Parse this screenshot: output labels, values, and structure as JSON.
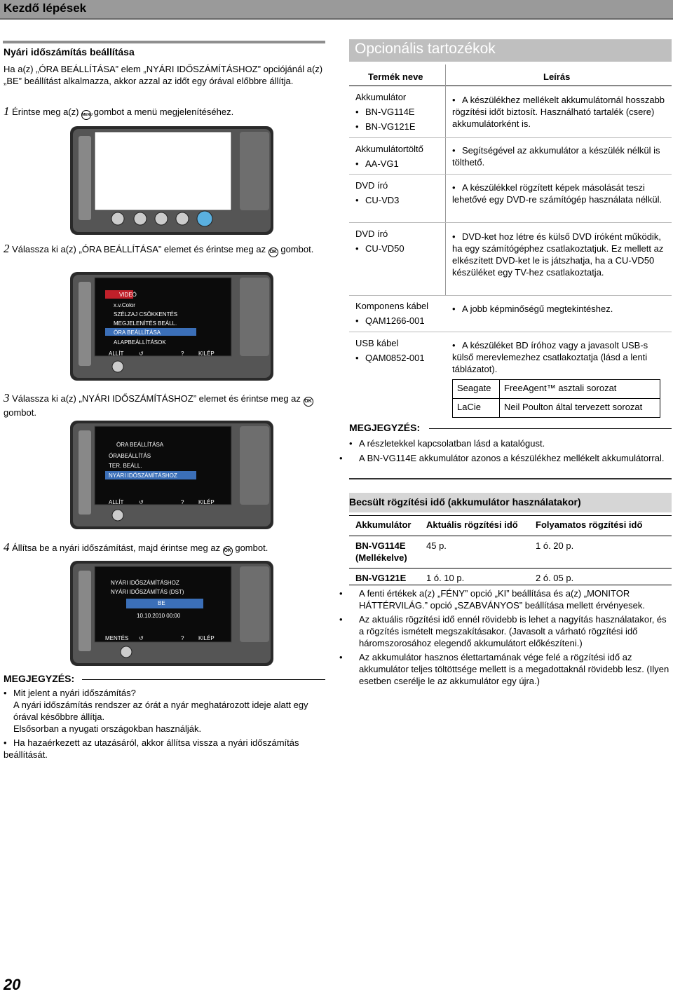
{
  "header": {
    "title": "Kezdő lépések"
  },
  "left": {
    "section_title": "Nyári időszámítás beállítása",
    "intro": "Ha a(z) „ÓRA BEÁLLÍTÁSA” elem „NYÁRI IDŐSZÁMÍTÁSHOZ” opciójánál a(z) „BE” beállítást alkalmazza, akkor azzal az időt egy órával előbbre állítja.",
    "steps": [
      {
        "num": "1",
        "pre": "Érintse meg a(z)",
        "icon": "MENU",
        "post": "gombot a menü megjelenítéséhez."
      },
      {
        "num": "2",
        "pre": "Válassza ki a(z) „ÓRA BEÁLLÍTÁSA” elemet és érintse meg az",
        "icon": "OK",
        "post": "gombot."
      },
      {
        "num": "3",
        "pre": "Válassza ki a(z) „NYÁRI IDŐSZÁMÍTÁSHOZ” elemet és érintse meg az",
        "icon": "OK",
        "post": "gombot."
      },
      {
        "num": "4",
        "pre": "Állítsa be a nyári időszámítást, majd érintse meg az",
        "icon": "OK",
        "post": "gombot."
      }
    ],
    "screen2": {
      "items": [
        "VIDEÓ",
        "x.v.Color",
        "SZÉLZAJ CSÖKKENTÉS",
        "MEGJELENÍTÉS BEÁLL.",
        "ÓRA BEÁLLÍTÁSA",
        "ALAPBEÁLLÍTÁSOK"
      ],
      "buttons": [
        "ALLÍT",
        "↺",
        "?",
        "KILÉP"
      ]
    },
    "screen3": {
      "items": [
        "ÓRA BEÁLLÍTÁSA",
        "ÓRABEÁLLÍTÁS",
        "TER. BEÁLL.",
        "NYÁRI IDŐSZÁMÍTÁSHOZ"
      ],
      "buttons": [
        "ALLÍT",
        "↺",
        "?",
        "KILÉP"
      ]
    },
    "screen4": {
      "items": [
        "NYÁRI IDŐSZÁMÍTÁSHOZ",
        "NYÁRI IDŐSZÁMÍTÁS (DST)",
        "BE",
        "10.10.2010 00:00"
      ],
      "buttons": [
        "MENTÉS",
        "↺",
        "?",
        "KILÉP"
      ]
    },
    "note": {
      "title": "MEGJEGYZÉS:",
      "items": [
        [
          "Mit jelent a nyári időszámítás?",
          "A nyári időszámítás rendszer az órát a nyár meghatározott ideje alatt egy órával későbbre állítja.",
          "Elsősorban a nyugati országokban használják."
        ],
        [
          "Ha hazaérkezett az utazásáról, akkor állítsa vissza a nyári időszámítás beállítását."
        ]
      ]
    }
  },
  "right": {
    "optional_title": "Opcionális tartozékok",
    "col_product": "Termék neve",
    "col_desc": "Leírás",
    "products": [
      {
        "name": "Akkumulátor",
        "models": [
          "BN-VG114E",
          "BN-VG121E"
        ],
        "desc": "A készülékhez mellékelt akkumulátornál hosszabb rögzítési időt biztosít. Használható tartalék (csere) akkumulátorként is."
      },
      {
        "name": "Akkumulátortöltő",
        "models": [
          "AA-VG1"
        ],
        "desc": "Segítségével az akkumulátor a készülék nélkül is tölthető."
      },
      {
        "name": "DVD író",
        "models": [
          "CU-VD3"
        ],
        "desc": "A készülékkel rögzített képek másolását teszi lehetővé egy DVD-re számítógép használata nélkül."
      },
      {
        "name": "DVD író",
        "models": [
          "CU-VD50"
        ],
        "desc": "DVD-ket hoz létre és külső DVD íróként működik, ha egy számítógéphez csatlakoztatjuk. Ez mellett az elkészített DVD-ket le is játszhatja, ha a CU-VD50 készüléket egy TV-hez csatlakoztatja."
      },
      {
        "name": "Komponens kábel",
        "models": [
          "QAM1266-001"
        ],
        "desc": "A jobb képminőségű megtekintéshez."
      },
      {
        "name": "USB kábel",
        "models": [
          "QAM0852-001"
        ],
        "desc": "A készüléket BD íróhoz vagy a javasolt USB-s külső merevlemezhez csatlakoztatja (lásd a lenti táblázatot)."
      }
    ],
    "hdd_table": [
      {
        "brand": "Seagate",
        "series": "FreeAgent™ asztali sorozat"
      },
      {
        "brand": "LaCie",
        "series": "Neil Poulton által tervezett sorozat"
      }
    ],
    "note1": {
      "title": "MEGJEGYZÉS:",
      "items": [
        "A részletekkel kapcsolatban lásd a katalógust.",
        "A BN-VG114E akkumulátor azonos a készülékhez mellékelt akkumulátorral."
      ]
    },
    "rec_title": "Becsült rögzítési idő (akkumulátor használatakor)",
    "rec_headers": [
      "Akkumulátor",
      "Aktuális rögzítési idő",
      "Folyamatos rögzítési idő"
    ],
    "rec_rows": [
      {
        "battery": "BN-VG114E (Mellékelve)",
        "actual": "45 p.",
        "continuous": "1 ó. 20 p."
      },
      {
        "battery": "BN-VG121E",
        "actual": "1 ó. 10 p.",
        "continuous": "2 ó. 05 p."
      }
    ],
    "rec_notes": [
      "A fenti értékek a(z) „FÉNY” opció „KI” beállítása és a(z) „MONITOR HÁTTÉRVILÁG.” opció „SZABVÁNYOS” beállítása mellett érvényesek.",
      "Az aktuális rögzítési idő ennél rövidebb is lehet a nagyítás használatakor, és a rögzítés ismételt megszakításakor. (Javasolt a várható rögzítési idő háromszorosához elegendő akkumulátort előkészíteni.)",
      "Az akkumulátor hasznos élettartamának vége felé a rögzítési idő az akkumulátor teljes töltöttsége mellett is a megadottaknál rövidebb lesz. (Ilyen esetben cserélje le az akkumulátor egy újra.)"
    ]
  },
  "footer": {
    "page_number": "20"
  }
}
